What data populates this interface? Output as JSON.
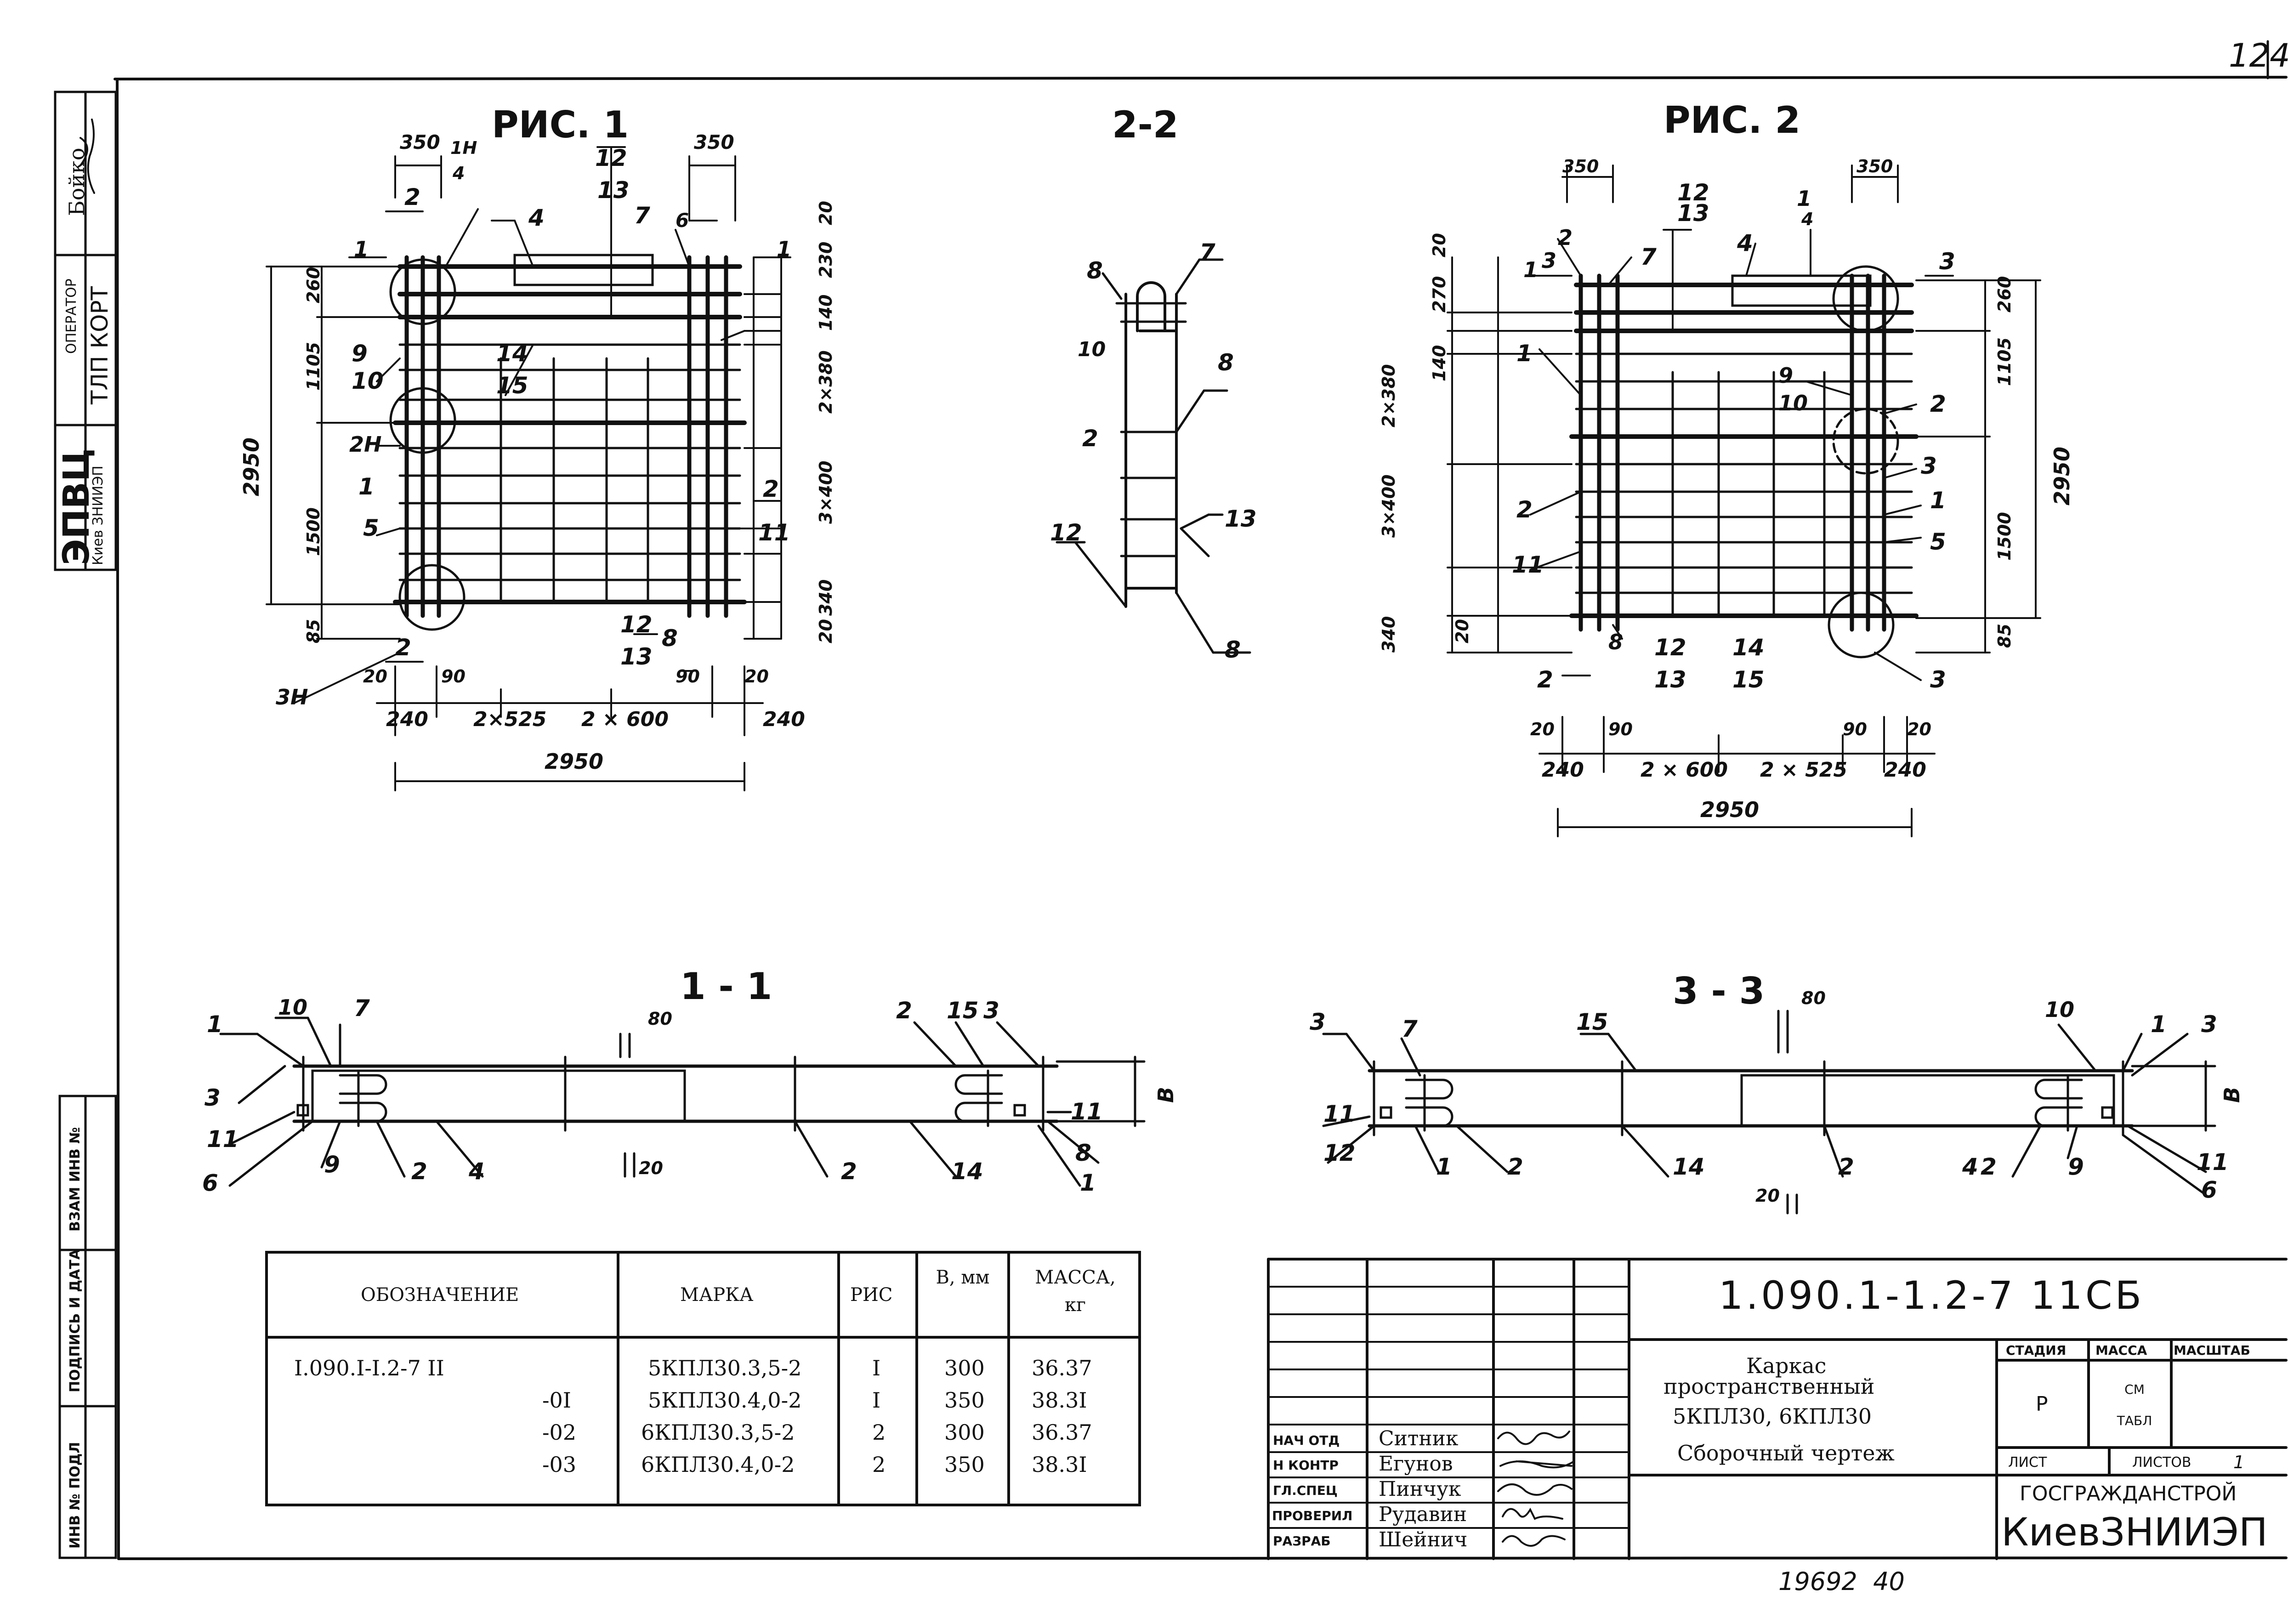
{
  "page_corner_number": "124",
  "left_strip": {
    "name": "Бойко",
    "operator_label": "ОПЕРАТОР",
    "organization": "ТЛП КОРТ",
    "epvc": "ЭПВЦ",
    "city": "Киев ЗНИИЭП",
    "stamps": [
      "ВЗАМ ИНВ №",
      "ПОДПИСЬ И ДАТА",
      "ИНВ № ПОДЛ"
    ]
  },
  "drawing": {
    "fig1_title": "РИС. 1",
    "fig2_title": "РИС. 2",
    "section_2_2": "2-2",
    "section_1_1": "1 - 1",
    "section_3_3": "3 - 3",
    "fig1_labels": {
      "d350a": "350",
      "d350b": "350",
      "d2": "2",
      "d1h": "1Н",
      "d4box": "4",
      "d4": "4",
      "d12": "12",
      "d13": "13",
      "d7": "7",
      "d6": "6",
      "d1a": "1",
      "d1b": "1",
      "d20": "20",
      "d230": "230",
      "d140": "140",
      "d2x380": "2×380",
      "d3x400": "3×400",
      "d340": "340",
      "d20b": "20",
      "d260": "260",
      "d1105": "1105",
      "d2950": "2950",
      "d1500": "1500",
      "d85": "85",
      "d9": "9",
      "d10": "10",
      "d2h": "2Н",
      "d1c": "1",
      "d5": "5",
      "d14": "14",
      "d15": "15",
      "d2b": "2",
      "d11": "11",
      "d2c": "2",
      "d3h": "3Н",
      "d12b": "12",
      "d13b": "13",
      "d8": "8",
      "d20c": "20",
      "d90": "90",
      "d90b": "90",
      "d20d": "20",
      "d240": "240",
      "d2x525": "2×525",
      "d2x600": "2 × 600",
      "d240b": "240",
      "d2950b": "2950"
    },
    "sec22_labels": {
      "s8": "8",
      "s7": "7",
      "s10": "10",
      "s8b": "8",
      "s2": "2",
      "s12": "12",
      "s13": "13",
      "s8c": "8"
    },
    "fig2_labels": {
      "e350a": "350",
      "e350b": "350",
      "e12": "12",
      "e13": "13",
      "e1": "1",
      "e4box": "4",
      "e2": "2",
      "e1b": "1",
      "e3": "3",
      "e7": "7",
      "e4": "4",
      "e3b": "3",
      "e20": "20",
      "e270": "270",
      "e140": "140",
      "e2x380": "2×380",
      "e3x400": "3×400",
      "e340": "340",
      "e20b": "20",
      "e260": "260",
      "e1105": "1105",
      "e2950": "2950",
      "e1500": "1500",
      "e85": "85",
      "e1c": "1",
      "e9": "9",
      "e10": "10",
      "e2b": "2",
      "e3c": "3",
      "e1d": "1",
      "e5": "5",
      "e2c": "2",
      "e11": "11",
      "e8": "8",
      "e12b": "12",
      "e13b": "13",
      "e14": "14",
      "e15": "15",
      "e2d": "2",
      "e3d": "3",
      "e20c": "20",
      "e90": "90",
      "e90b": "90",
      "e20d": "20",
      "e240": "240",
      "e2x600": "2 × 600",
      "e2x525": "2 × 525",
      "e240b": "240",
      "e2950b": "2950"
    },
    "sec11_labels": {
      "a1": "1",
      "a10": "10",
      "a7": "7",
      "a80": "80",
      "a2": "2",
      "a15": "15",
      "a3": "3",
      "a3b": "3",
      "a11": "11",
      "aB": "В",
      "a6": "6",
      "a9": "9",
      "a2b": "2",
      "a4": "4",
      "a20": "20",
      "a2c": "2",
      "a14": "14",
      "a11b": "11",
      "a8": "8",
      "a1b": "1"
    },
    "sec33_labels": {
      "b3": "3",
      "b7": "7",
      "b15": "15",
      "b80": "80",
      "b10": "10",
      "b1": "1",
      "b3b": "3",
      "b11": "11",
      "b12": "12",
      "b1b": "1",
      "b2": "2",
      "b14": "14",
      "b20": "20",
      "b2b": "2",
      "b4": "4",
      "b2c": "2",
      "b9": "9",
      "bB": "В",
      "b11b": "11",
      "b6": "6"
    }
  },
  "spec_table": {
    "headers": [
      "ОБОЗНАЧЕНИЕ",
      "МАРКА",
      "РИС",
      "В, мм",
      "МАССА, кг"
    ],
    "rows": [
      [
        "I.090.I-I.2-7 II",
        "5КПЛ30.3,5-2",
        "I",
        "300",
        "36.37"
      ],
      [
        "-0I",
        "5КПЛ30.4,0-2",
        "I",
        "350",
        "38.3I"
      ],
      [
        "-02",
        "6КПЛ30.3,5-2",
        "2",
        "300",
        "36.37"
      ],
      [
        "-03",
        "6КПЛ30.4,0-2",
        "2",
        "350",
        "38.3I"
      ]
    ]
  },
  "title_block": {
    "code": "1.090.1-1.2-7 11СБ",
    "title_lines": [
      "Каркас",
      "пространственный",
      "5КПЛ30, 6КПЛ30",
      "Сборочный чертеж"
    ],
    "stage_header": "СТАДИЯ",
    "mass_header": "МАССА",
    "scale_header": "МАСШТАБ",
    "stage_value": "Р",
    "mass_value": "СМ ТАБЛ",
    "sheet_label": "ЛИСТ",
    "sheets_label": "ЛИСТОВ",
    "sheets_value": "1",
    "org1": "ГОСГРАЖДАНСТРОЙ",
    "org2": "КиевЗНИИЭП",
    "roles": [
      {
        "role": "НАЧ ОТД",
        "name": "Ситник"
      },
      {
        "role": "Н КОНТР",
        "name": "Егунов"
      },
      {
        "role": "ГЛ.СПЕЦ",
        "name": "Пинчук"
      },
      {
        "role": "ПРОВЕРИЛ",
        "name": "Рудавин"
      },
      {
        "role": "РАЗРАБ",
        "name": "Шейнич"
      }
    ]
  },
  "footer_number": "19692  40"
}
